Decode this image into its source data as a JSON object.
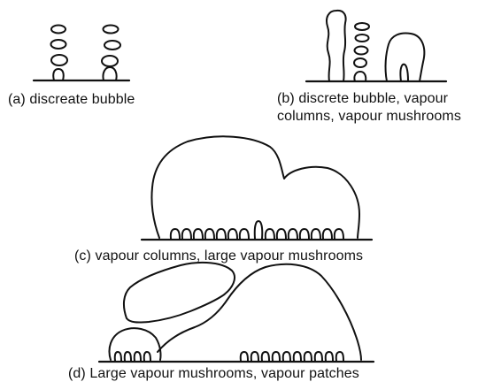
{
  "captions": {
    "a": "(a) discreate bubble",
    "b_line1": "(b) discrete bubble, vapour",
    "b_line2": "columns, vapour mushrooms",
    "c": "(c) vapour columns, large vapour mushrooms",
    "d": "(d) Large vapour mushrooms, vapour patches"
  }
}
